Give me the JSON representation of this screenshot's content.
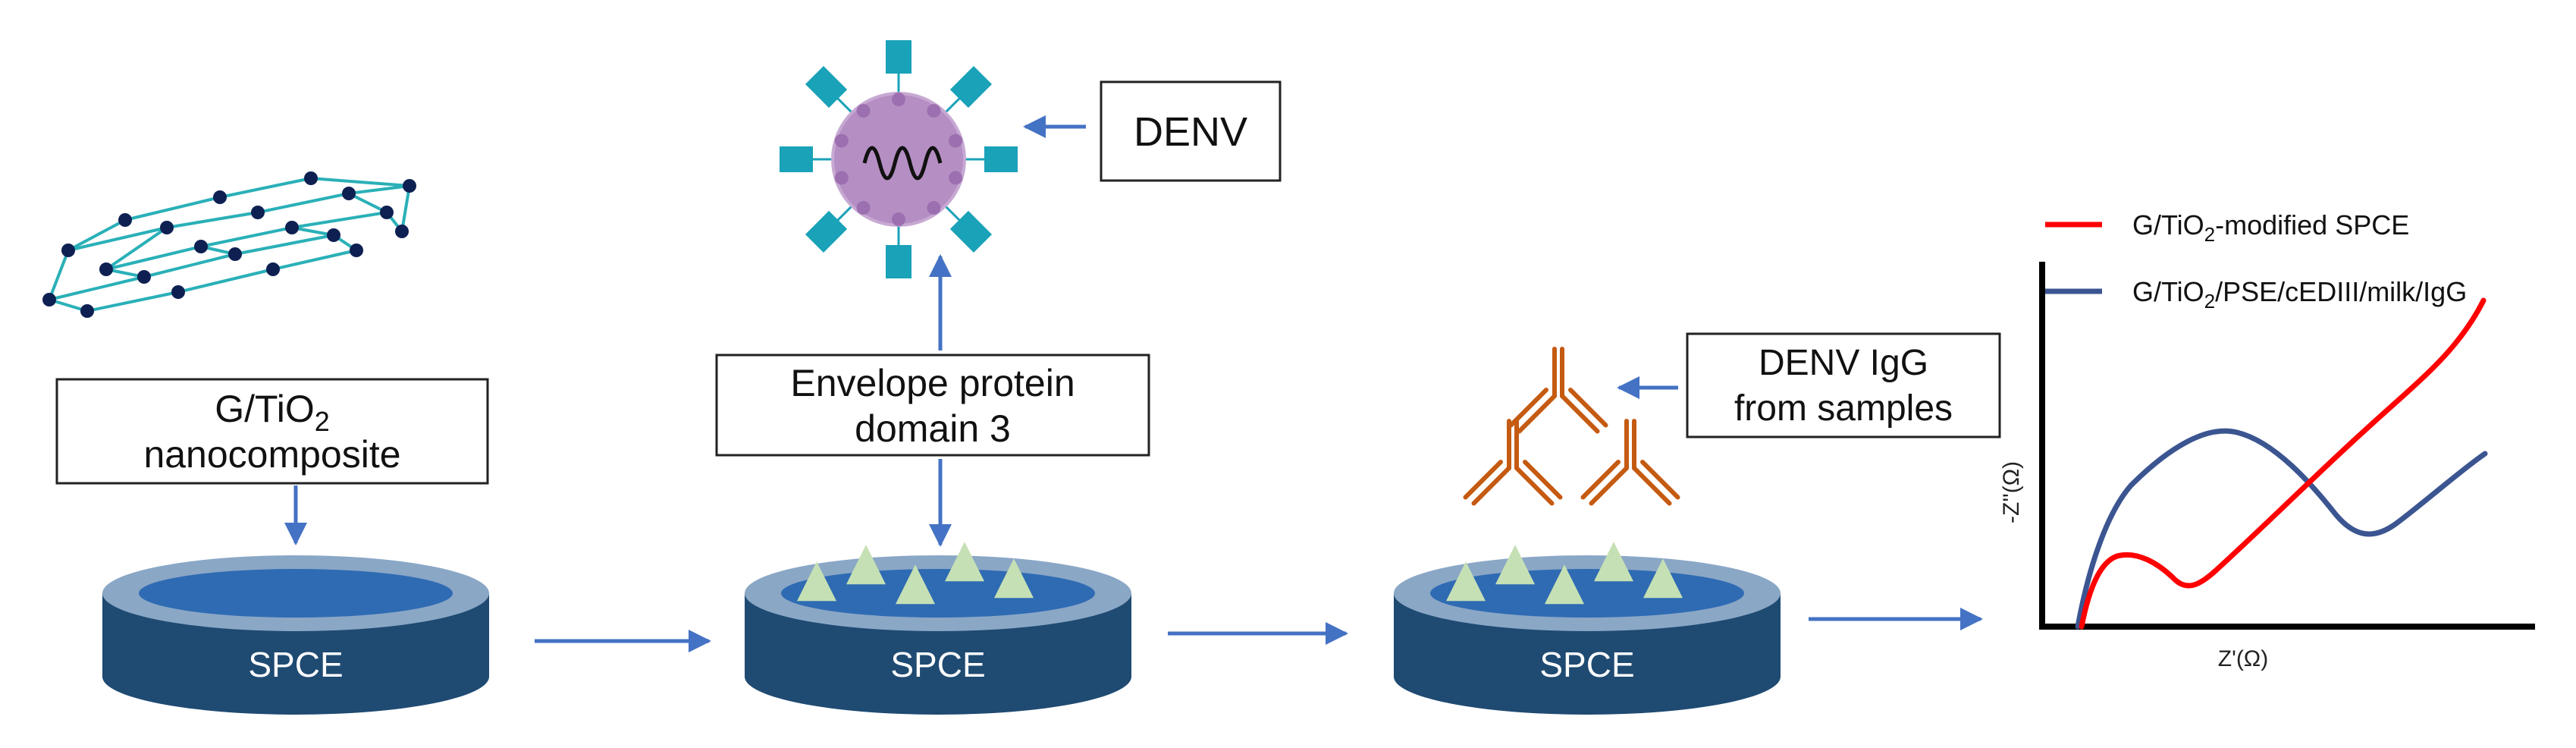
{
  "labels": {
    "nanocomposite_line1": "G/TiO",
    "nanocomposite_sub": "2",
    "nanocomposite_line2": "nanocomposite",
    "envelope_line1": "Envelope protein",
    "envelope_line2": "domain 3",
    "denv": "DENV",
    "igg_line1": "DENV IgG",
    "igg_line2": "from samples",
    "spce": "SPCE"
  },
  "chart_data": {
    "type": "line",
    "xlabel": "Z'(Ω)",
    "ylabel": "-Z''(Ω)",
    "legend_position": "top",
    "grid": false,
    "series": [
      {
        "name_main": "G/TiO",
        "name_sub": "2",
        "name_rest": "-modified SPCE",
        "color": "#ff0000"
      },
      {
        "name_main": "G/TiO",
        "name_sub": "2",
        "name_rest": "/PSE/cEDIII/milk/IgG",
        "color": "#3b5591"
      }
    ]
  },
  "colors": {
    "spce_body": "#1f4a72",
    "spce_rim": "#8aa7c6",
    "spce_well": "#2f6bb3",
    "arrow": "#4472c4",
    "antigen": "#c5e0b4",
    "antibody": "#c55a11",
    "virus": "#b58fc3",
    "spike": "#19a2b8",
    "graphene_bond": "#2ab0b8",
    "graphene_atom": "#0e2052"
  },
  "icons": [
    "graphene-icon",
    "virus-icon",
    "antibody-icon",
    "antigen-icon",
    "spce-electrode-icon"
  ]
}
